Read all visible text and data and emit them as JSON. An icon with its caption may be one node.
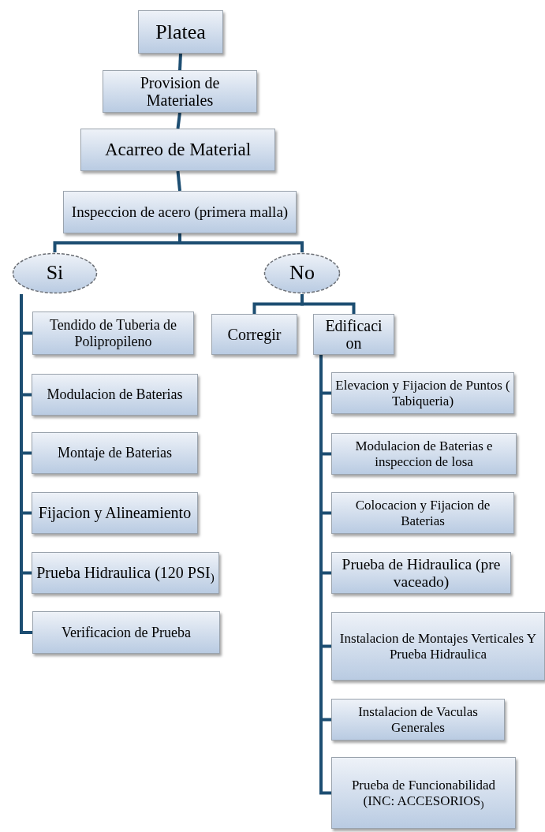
{
  "diagram": {
    "nodes": [
      {
        "text": [
          "Platea"
        ]
      },
      {
        "text": [
          "Provision de Materiales"
        ]
      },
      {
        "text": [
          "Acarreo de Material"
        ]
      },
      {
        "text": [
          "Inspeccion de acero (primera malla)"
        ]
      },
      {
        "text": [
          "Si"
        ]
      },
      {
        "text": [
          "No"
        ]
      },
      {
        "text": [
          "Tendido de Tuberia de Polipropileno"
        ]
      },
      {
        "text": [
          "Corregir"
        ]
      },
      {
        "text": [
          "Edificaci on"
        ]
      },
      {
        "text": [
          "Modulacion de Baterias"
        ]
      },
      {
        "text": [
          "Montaje de Baterias"
        ]
      },
      {
        "text": [
          "Fijacion y Alineamiento"
        ]
      },
      {
        "text": [
          "Prueba Hidraulica (120 PSI$_{)}$"
        ]
      },
      {
        "text": [
          "Verificacion de Prueba"
        ]
      },
      {
        "text": [
          "Elevacion y Fijacion de Puntos ( Tabiqueria)"
        ]
      },
      {
        "text": [
          "Modulacion de Baterias e inspeccion de losa"
        ]
      },
      {
        "text": [
          "Colocacion y Fijacion de Baterias"
        ]
      },
      {
        "text": [
          "Prueba de Hidraulica (pre vaceado)"
        ]
      },
      {
        "text": [
          "Instalacion de Montajes Verticales Y Prueba Hidraulica"
        ]
      },
      {
        "text": [
          "Instalacion de Vaculas Generales"
        ]
      },
      {
        "text": [
          "Prueba de Funcionabilidad (INC: ACCESORIOS$_{)}$"
        ]
      }
    ],
    "edges": [
      {
        "from": 0,
        "to": 1,
        "arrow": "none"
      },
      {
        "from": 1,
        "to": 2,
        "arrow": "none"
      },
      {
        "from": 2,
        "to": 3,
        "arrow": "none"
      },
      {
        "from": 3,
        "to": 4,
        "arrow": "none"
      },
      {
        "from": 3,
        "to": 5,
        "arrow": "none"
      },
      {
        "from": 4,
        "to": 6,
        "arrow": "none"
      },
      {
        "from": 4,
        "to": 9,
        "arrow": "none"
      },
      {
        "from": 4,
        "to": 10,
        "arrow": "none"
      },
      {
        "from": 4,
        "to": 11,
        "arrow": "none"
      },
      {
        "from": 4,
        "to": 12,
        "arrow": "none"
      },
      {
        "from": 4,
        "to": 13,
        "arrow": "none"
      },
      {
        "from": 5,
        "to": 7,
        "arrow": "none"
      },
      {
        "from": 5,
        "to": 8,
        "arrow": "none"
      },
      {
        "from": 8,
        "to": 14,
        "arrow": "none"
      },
      {
        "from": 8,
        "to": 15,
        "arrow": "none"
      },
      {
        "from": 8,
        "to": 16,
        "arrow": "none"
      },
      {
        "from": 8,
        "to": 17,
        "arrow": "none"
      },
      {
        "from": 8,
        "to": 18,
        "arrow": "none"
      },
      {
        "from": 8,
        "to": 19,
        "arrow": "none"
      },
      {
        "from": 8,
        "to": 20,
        "arrow": "none"
      }
    ]
  }
}
